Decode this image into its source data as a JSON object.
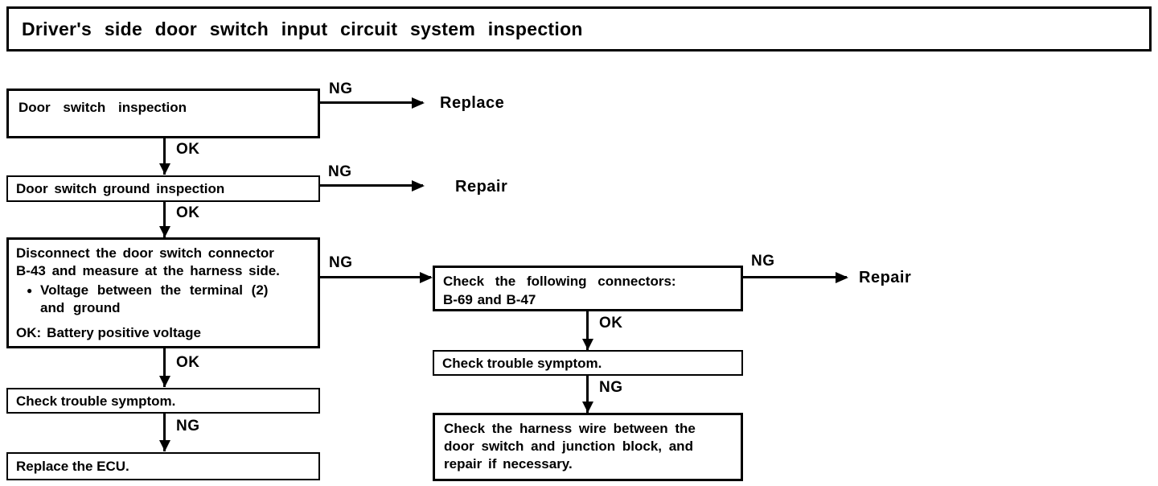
{
  "title": "Driver's side door switch input circuit system inspection",
  "labels": {
    "ng": "NG",
    "ok": "OK"
  },
  "terminals": {
    "replace": "Replace",
    "repair": "Repair"
  },
  "left": {
    "box1": "Door switch inspection",
    "box2": "Door switch ground inspection",
    "box3": {
      "lines": [
        "Disconnect the door switch connector",
        "B-43 and measure at the harness side."
      ],
      "bullet": "●",
      "bullet_lines": [
        "Voltage between the terminal (2)",
        "and ground"
      ],
      "ok_label": "OK:",
      "ok_value": "Battery positive voltage"
    },
    "box4": "Check trouble symptom.",
    "box5": "Replace the ECU."
  },
  "middle": {
    "box1": {
      "line1": "Check the following connectors:",
      "line2": "B-69 and B-47"
    },
    "box2": "Check trouble symptom.",
    "box3": {
      "lines": [
        "Check the harness wire between the",
        "door switch and junction block, and",
        "repair if necessary."
      ]
    }
  }
}
